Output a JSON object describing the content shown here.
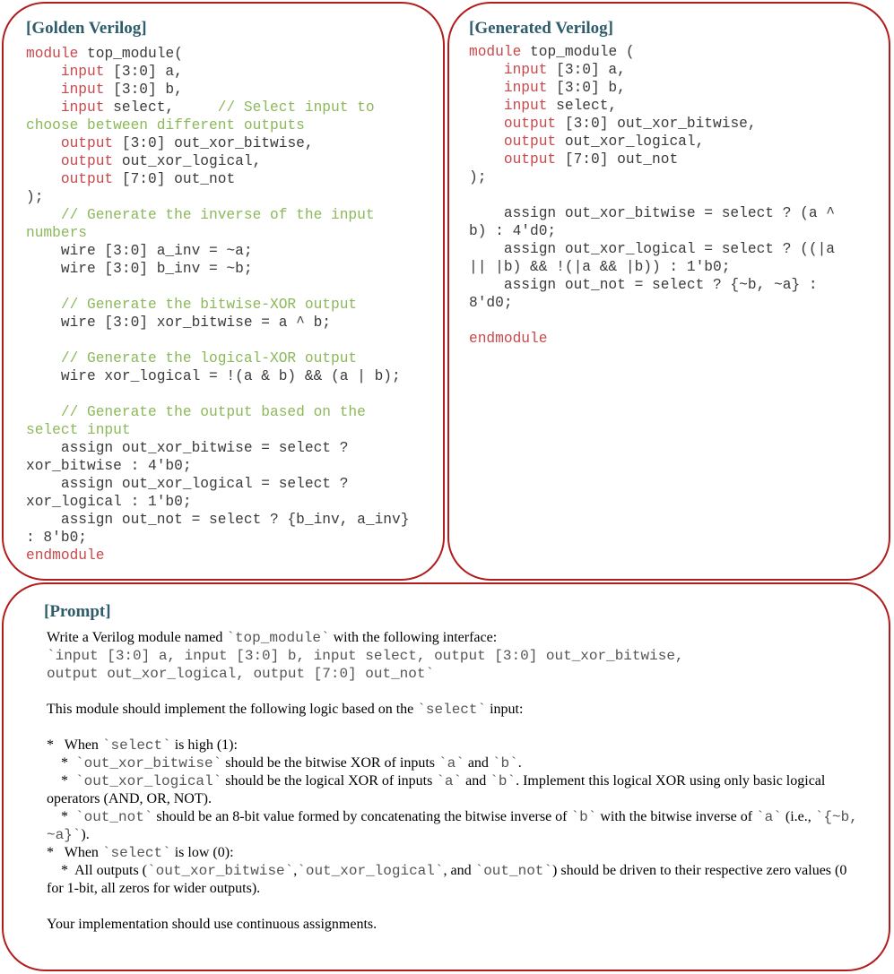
{
  "golden": {
    "title": "[Golden Verilog]",
    "lines": [
      [
        {
          "t": "module",
          "c": "kw"
        },
        {
          "t": " top_module(",
          "c": ""
        }
      ],
      [
        {
          "t": "    ",
          "c": ""
        },
        {
          "t": "input",
          "c": "kw"
        },
        {
          "t": " [3:0] a,",
          "c": ""
        }
      ],
      [
        {
          "t": "    ",
          "c": ""
        },
        {
          "t": "input",
          "c": "kw"
        },
        {
          "t": " [3:0] b,",
          "c": ""
        }
      ],
      [
        {
          "t": "    ",
          "c": ""
        },
        {
          "t": "input",
          "c": "kw"
        },
        {
          "t": " select,     ",
          "c": ""
        },
        {
          "t": "// Select input to",
          "c": "cm"
        }
      ],
      [
        {
          "t": "choose between different outputs",
          "c": "cm"
        }
      ],
      [
        {
          "t": "    ",
          "c": ""
        },
        {
          "t": "output",
          "c": "kw"
        },
        {
          "t": " [3:0] out_xor_bitwise,",
          "c": ""
        }
      ],
      [
        {
          "t": "    ",
          "c": ""
        },
        {
          "t": "output",
          "c": "kw"
        },
        {
          "t": " out_xor_logical,",
          "c": ""
        }
      ],
      [
        {
          "t": "    ",
          "c": ""
        },
        {
          "t": "output",
          "c": "kw"
        },
        {
          "t": " [7:0] out_not",
          "c": ""
        }
      ],
      [
        {
          "t": ");",
          "c": ""
        }
      ],
      [
        {
          "t": "    ",
          "c": ""
        },
        {
          "t": "// Generate the inverse of the input",
          "c": "cm"
        }
      ],
      [
        {
          "t": "numbers",
          "c": "cm"
        }
      ],
      [
        {
          "t": "    wire [3:0] a_inv = ~a;",
          "c": ""
        }
      ],
      [
        {
          "t": "    wire [3:0] b_inv = ~b;",
          "c": ""
        }
      ],
      [],
      [
        {
          "t": "    ",
          "c": ""
        },
        {
          "t": "// Generate the bitwise-XOR output",
          "c": "cm"
        }
      ],
      [
        {
          "t": "    wire [3:0] xor_bitwise = a ^ b;",
          "c": ""
        }
      ],
      [],
      [
        {
          "t": "    ",
          "c": ""
        },
        {
          "t": "// Generate the logical-XOR output",
          "c": "cm"
        }
      ],
      [
        {
          "t": "    wire xor_logical = !(a & b) && (a | b);",
          "c": ""
        }
      ],
      [],
      [
        {
          "t": "    ",
          "c": ""
        },
        {
          "t": "// Generate the output based on the",
          "c": "cm"
        }
      ],
      [
        {
          "t": "select input",
          "c": "cm"
        }
      ],
      [
        {
          "t": "    assign out_xor_bitwise = select ?",
          "c": ""
        }
      ],
      [
        {
          "t": "xor_bitwise : 4'b0;",
          "c": ""
        }
      ],
      [
        {
          "t": "    assign out_xor_logical = select ?",
          "c": ""
        }
      ],
      [
        {
          "t": "xor_logical : 1'b0;",
          "c": ""
        }
      ],
      [
        {
          "t": "    assign out_not = select ? {b_inv, a_inv}",
          "c": ""
        }
      ],
      [
        {
          "t": ": 8'b0;",
          "c": ""
        }
      ],
      [
        {
          "t": "endmodule",
          "c": "kw"
        }
      ]
    ]
  },
  "generated": {
    "title": "[Generated Verilog]",
    "lines": [
      [
        {
          "t": "module",
          "c": "kw"
        },
        {
          "t": " top_module (",
          "c": ""
        }
      ],
      [
        {
          "t": "    ",
          "c": ""
        },
        {
          "t": "input",
          "c": "kw"
        },
        {
          "t": " [3:0] a,",
          "c": ""
        }
      ],
      [
        {
          "t": "    ",
          "c": ""
        },
        {
          "t": "input",
          "c": "kw"
        },
        {
          "t": " [3:0] b,",
          "c": ""
        }
      ],
      [
        {
          "t": "    ",
          "c": ""
        },
        {
          "t": "input",
          "c": "kw"
        },
        {
          "t": " select,",
          "c": ""
        }
      ],
      [
        {
          "t": "    ",
          "c": ""
        },
        {
          "t": "output",
          "c": "kw"
        },
        {
          "t": " [3:0] out_xor_bitwise,",
          "c": ""
        }
      ],
      [
        {
          "t": "    ",
          "c": ""
        },
        {
          "t": "output",
          "c": "kw"
        },
        {
          "t": " out_xor_logical,",
          "c": ""
        }
      ],
      [
        {
          "t": "    ",
          "c": ""
        },
        {
          "t": "output",
          "c": "kw"
        },
        {
          "t": " [7:0] out_not",
          "c": ""
        }
      ],
      [
        {
          "t": ");",
          "c": ""
        }
      ],
      [],
      [
        {
          "t": "    assign out_xor_bitwise = select ? (a ^",
          "c": ""
        }
      ],
      [
        {
          "t": "b) : 4'd0;",
          "c": ""
        }
      ],
      [
        {
          "t": "    assign out_xor_logical = select ? ((|a",
          "c": ""
        }
      ],
      [
        {
          "t": "|| |b) && !(|a && |b)) : 1'b0;",
          "c": ""
        }
      ],
      [
        {
          "t": "    assign out_not = select ? {~b, ~a} :",
          "c": ""
        }
      ],
      [
        {
          "t": "8'd0;",
          "c": ""
        }
      ],
      [],
      [
        {
          "t": "endmodule",
          "c": "kw"
        }
      ]
    ]
  },
  "prompt": {
    "title": "[Prompt]",
    "paragraphs": [
      [
        {
          "t": "Write a Verilog module named ",
          "m": false
        },
        {
          "t": "`top_module`",
          "m": true
        },
        {
          "t": " with the following interface:",
          "m": false
        }
      ],
      [
        {
          "t": "`input [3:0] a, input [3:0] b, input select, output [3:0] out_xor_bitwise,",
          "m": true
        }
      ],
      [
        {
          "t": "output out_xor_logical, output [7:0] out_not`",
          "m": true
        }
      ],
      [],
      [
        {
          "t": "This module should implement the following logic based on the ",
          "m": false
        },
        {
          "t": "`select`",
          "m": true
        },
        {
          "t": " input:",
          "m": false
        }
      ],
      [],
      [
        {
          "t": "*   When ",
          "m": false
        },
        {
          "t": "`select`",
          "m": true
        },
        {
          "t": " is high (1):",
          "m": false
        }
      ],
      [
        {
          "t": "    *  ",
          "m": false
        },
        {
          "t": "`out_xor_bitwise`",
          "m": true
        },
        {
          "t": " should be the bitwise XOR of inputs ",
          "m": false
        },
        {
          "t": "`a`",
          "m": true
        },
        {
          "t": " and ",
          "m": false
        },
        {
          "t": "`b`",
          "m": true
        },
        {
          "t": ".",
          "m": false
        }
      ],
      [
        {
          "t": "    *  ",
          "m": false
        },
        {
          "t": "`out_xor_logical`",
          "m": true
        },
        {
          "t": " should be the logical XOR of inputs ",
          "m": false
        },
        {
          "t": "`a`",
          "m": true
        },
        {
          "t": " and ",
          "m": false
        },
        {
          "t": "`b`",
          "m": true
        },
        {
          "t": ". Implement this logical XOR using only basic logical operators (AND, OR, NOT).",
          "m": false
        }
      ],
      [
        {
          "t": "    *  ",
          "m": false
        },
        {
          "t": "`out_not`",
          "m": true
        },
        {
          "t": " should be an 8-bit value formed by concatenating the bitwise inverse of ",
          "m": false
        },
        {
          "t": "`b`",
          "m": true
        },
        {
          "t": " with the bitwise inverse of ",
          "m": false
        },
        {
          "t": "`a`",
          "m": true
        },
        {
          "t": " (i.e., ",
          "m": false
        },
        {
          "t": "`{~b, ~a}`",
          "m": true
        },
        {
          "t": ").",
          "m": false
        }
      ],
      [
        {
          "t": "*   When ",
          "m": false
        },
        {
          "t": "`select`",
          "m": true
        },
        {
          "t": " is low (0):",
          "m": false
        }
      ],
      [
        {
          "t": "    *  All outputs (",
          "m": false
        },
        {
          "t": "`out_xor_bitwise`",
          "m": true
        },
        {
          "t": ",",
          "m": false
        },
        {
          "t": "`out_xor_logical`",
          "m": true
        },
        {
          "t": ", and ",
          "m": false
        },
        {
          "t": "`out_not`",
          "m": true
        },
        {
          "t": ") should be driven to their respective zero values (0 for 1-bit, all zeros for wider outputs).",
          "m": false
        }
      ],
      [],
      [
        {
          "t": "Your implementation should use continuous assignments.",
          "m": false
        }
      ]
    ]
  }
}
